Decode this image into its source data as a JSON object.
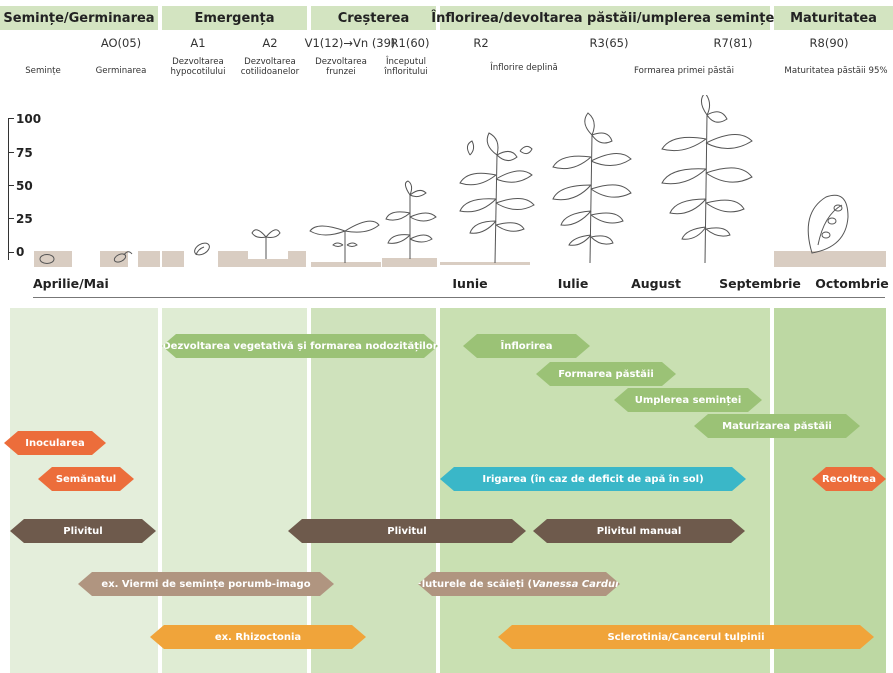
{
  "stages": [
    {
      "label": "Semințe/Germinarea"
    },
    {
      "label": "Emergența"
    },
    {
      "label": "Creșterea"
    },
    {
      "label": "Înflorirea/devoltarea păstăii/umplerea seminței"
    },
    {
      "label": "Maturitatea"
    }
  ],
  "codes": [
    "AO(05)",
    "A1",
    "A2",
    "V1(12)→Vn (39)",
    "R1(60)",
    "R2",
    "R3(65)",
    "R7(81)",
    "R8(90)"
  ],
  "descriptions": [
    "Semințe",
    "Germinarea",
    "Dezvoltarea\nhypocotilului",
    "Dezvoltarea\ncotilidoanelor",
    "Dezvoltarea\nfrunzei",
    "Începutul\nînfloritului",
    "Înflorire deplină",
    "Formarea primei păstăi",
    "Maturitatea păstăii 95%"
  ],
  "scale": {
    "ticks": [
      "100",
      "75",
      "50",
      "25",
      "0"
    ]
  },
  "months": [
    "Aprilie/Mai",
    "Iunie",
    "Iulie",
    "August",
    "Septembrie",
    "Octombrie"
  ],
  "activities": [
    {
      "label": "Dezvoltarea vegetativă și formarea nodozităților",
      "color": "#9bc276"
    },
    {
      "label": "Înflorirea",
      "color": "#9bc276"
    },
    {
      "label": "Formarea păstăii",
      "color": "#9bc276"
    },
    {
      "label": "Umplerea seminței",
      "color": "#9bc276"
    },
    {
      "label": "Maturizarea păstăii",
      "color": "#9bc276"
    },
    {
      "label": "Inocularea",
      "color": "#ec6d3b"
    },
    {
      "label": "Semănatul",
      "color": "#ec6d3b"
    },
    {
      "label": "Irigarea (în caz de deficit de apă în sol)",
      "color": "#3ab7c8"
    },
    {
      "label": "Recoltrea",
      "color": "#ec6d3b"
    },
    {
      "label": "Plivitul",
      "color": "#6e5a4c"
    },
    {
      "label": "Plivitul",
      "color": "#6e5a4c"
    },
    {
      "label": "Plivitul manual",
      "color": "#6e5a4c"
    },
    {
      "label": "ex. Viermi de semințe porumb-imago",
      "color": "#b09580"
    },
    {
      "label": "Fluturele de scăieți (",
      "label_em": "Vanessa Cardui",
      "label_end": ")",
      "color": "#b09580"
    },
    {
      "label": "ex. Rhizoctonia",
      "color": "#f0a43a"
    },
    {
      "label": "Sclerotinia/Cancerul tulpinii",
      "color": "#f0a43a"
    }
  ],
  "colors": {
    "header_bg": "#d3e4c1",
    "band_light": "#e4eedb",
    "band_mid": "#cfe2bc",
    "band_dark": "#bdd8a3",
    "soil": "#d9cdc2"
  }
}
